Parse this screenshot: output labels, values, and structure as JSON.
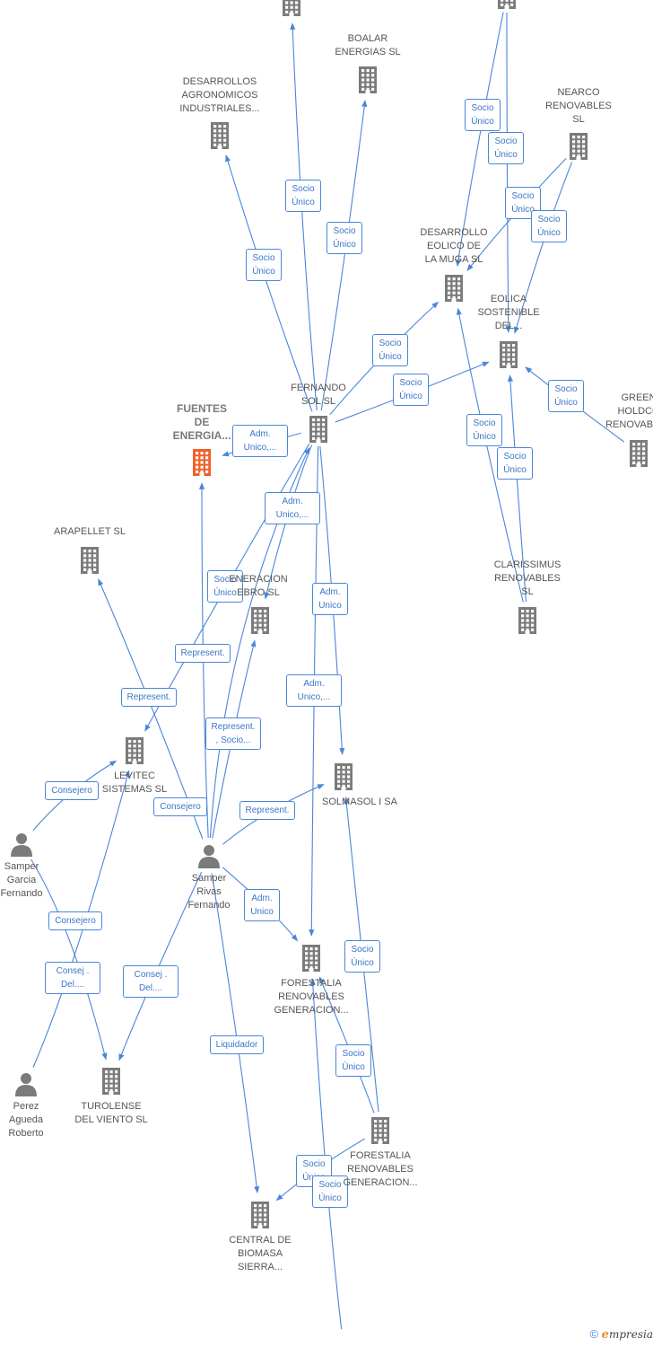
{
  "colors": {
    "company": "#7b7b7b",
    "focus": "#f0602a",
    "edge": "#4a86d8",
    "label_text": "#555555"
  },
  "nodes": [
    {
      "id": "top_a",
      "type": "company",
      "label": ""
    },
    {
      "id": "top_b",
      "type": "company",
      "label": ""
    },
    {
      "id": "boalar",
      "type": "company",
      "label": "BOALAR\nENERGIAS  SL"
    },
    {
      "id": "desarrollos_agro",
      "type": "company",
      "label": "DESARROLLOS\nAGRONOMICOS\nINDUSTRIALES..."
    },
    {
      "id": "nearco",
      "type": "company",
      "label": "NEARCO\nRENOVABLES\nSL"
    },
    {
      "id": "desarrollo_muga",
      "type": "company",
      "label": "DESARROLLO\nEOLICO DE\nLA MUGA SL"
    },
    {
      "id": "eolica_sostenible",
      "type": "company",
      "label": "EOLICA\nSOSTENIBLE\nDEL..."
    },
    {
      "id": "green_holdco",
      "type": "company",
      "label": "GREEN\nHOLDCO\nRENOVABLES"
    },
    {
      "id": "fernando_sol",
      "type": "company",
      "label": "FERNANDO\nSOL SL"
    },
    {
      "id": "fuentes_energia",
      "type": "focus",
      "label": "FUENTES\nDE\nENERGIA..."
    },
    {
      "id": "arapellet",
      "type": "company",
      "label": "ARAPELLET  SL"
    },
    {
      "id": "generacion_ebro",
      "type": "company",
      "label": "ENERACION\nEBRO  SL"
    },
    {
      "id": "clarissimus",
      "type": "company",
      "label": "CLARISSIMUS\nRENOVABLES\nSL"
    },
    {
      "id": "levitec",
      "type": "company",
      "label": "LEVITEC\nSISTEMAS  SL"
    },
    {
      "id": "solmasol",
      "type": "company",
      "label": "SOLMASOL I SA"
    },
    {
      "id": "samper_garcia",
      "type": "person",
      "label": "Samper\nGarcia\nFernando"
    },
    {
      "id": "samper_rivas",
      "type": "person",
      "label": "Samper\nRivas\nFernando"
    },
    {
      "id": "forestalia_1",
      "type": "company",
      "label": "FORESTALIA\nRENOVABLES\nGENERACION..."
    },
    {
      "id": "forestalia_2",
      "type": "company",
      "label": "FORESTALIA\nRENOVABLES\nGENERACION..."
    },
    {
      "id": "perez_agueda",
      "type": "person",
      "label": "Perez\nAgueda\nRoberto"
    },
    {
      "id": "turolense",
      "type": "company",
      "label": "TUROLENSE\nDEL VIENTO SL"
    },
    {
      "id": "central_biomasa",
      "type": "company",
      "label": "CENTRAL DE\nBIOMASA\nSIERRA..."
    }
  ],
  "edges": [
    {
      "from": "fernando_sol",
      "to": "top_a",
      "label": "Socio\nÚnico"
    },
    {
      "from": "fernando_sol",
      "to": "boalar",
      "label": "Socio\nÚnico"
    },
    {
      "from": "fernando_sol",
      "to": "desarrollos_agro",
      "label": "Socio\nÚnico"
    },
    {
      "from": "top_b",
      "to": "desarrollo_muga",
      "label": "Socio\nÚnico"
    },
    {
      "from": "top_b",
      "to": "eolica_sostenible",
      "label": "Socio\nÚnico"
    },
    {
      "from": "nearco",
      "to": "desarrollo_muga",
      "label": "Socio\nÚnico"
    },
    {
      "from": "nearco",
      "to": "eolica_sostenible",
      "label": "Socio\nÚnico"
    },
    {
      "from": "fernando_sol",
      "to": "desarrollo_muga",
      "label": "Socio\nÚnico"
    },
    {
      "from": "fernando_sol",
      "to": "eolica_sostenible",
      "label": "Socio\nÚnico"
    },
    {
      "from": "green_holdco",
      "to": "eolica_sostenible",
      "label": "Socio\nÚnico"
    },
    {
      "from": "clarissimus",
      "to": "desarrollo_muga",
      "label": "Socio\nÚnico"
    },
    {
      "from": "clarissimus",
      "to": "eolica_sostenible",
      "label": "Socio\nÚnico"
    },
    {
      "from": "fernando_sol",
      "to": "fuentes_energia",
      "label": "Adm.\nUnico,..."
    },
    {
      "from": "fernando_sol",
      "to": "generacion_ebro",
      "label": "Adm.\nUnico,..."
    },
    {
      "from": "fernando_sol",
      "to": "levitec",
      "label": "Socio\nÚnico"
    },
    {
      "from": "fernando_sol",
      "to": "solmasol",
      "label": "Adm.\nUnico"
    },
    {
      "from": "fernando_sol",
      "to": "forestalia_1",
      "label": "Adm.\nUnico,..."
    },
    {
      "from": "samper_rivas",
      "to": "fernando_sol",
      "label": "Represent."
    },
    {
      "from": "samper_rivas",
      "to": "arapellet",
      "label": "Represent."
    },
    {
      "from": "samper_rivas",
      "to": "generacion_ebro",
      "label": "Represent.\n, Socio..."
    },
    {
      "from": "samper_rivas",
      "to": "fuentes_energia",
      "label": "Consejero"
    },
    {
      "from": "samper_rivas",
      "to": "solmasol",
      "label": "Represent."
    },
    {
      "from": "samper_rivas",
      "to": "forestalia_1",
      "label": "Adm.\nUnico"
    },
    {
      "from": "samper_rivas",
      "to": "turolense",
      "label": "Consej .\nDel...."
    },
    {
      "from": "samper_rivas",
      "to": "central_biomasa",
      "label": "Liquidador"
    },
    {
      "from": "samper_garcia",
      "to": "levitec",
      "label": "Consejero"
    },
    {
      "from": "samper_garcia",
      "to": "turolense",
      "label": "Consejero"
    },
    {
      "from": "perez_agueda",
      "to": "levitec",
      "label": "Consej .\nDel...."
    },
    {
      "from": "forestalia_2",
      "to": "solmasol",
      "label": "Socio\nÚnico"
    },
    {
      "from": "forestalia_2",
      "to": "forestalia_1",
      "label": "Socio\nÚnico"
    },
    {
      "from": "forestalia_2",
      "to": "central_biomasa",
      "label": "Socio\nÚnico"
    },
    {
      "from": "bottom_offscreen",
      "to": "forestalia_1",
      "label": "Socio\nÚnico"
    }
  ],
  "footer": {
    "copyright": "©",
    "brand_initial": "e",
    "brand_rest": "mpresia"
  }
}
